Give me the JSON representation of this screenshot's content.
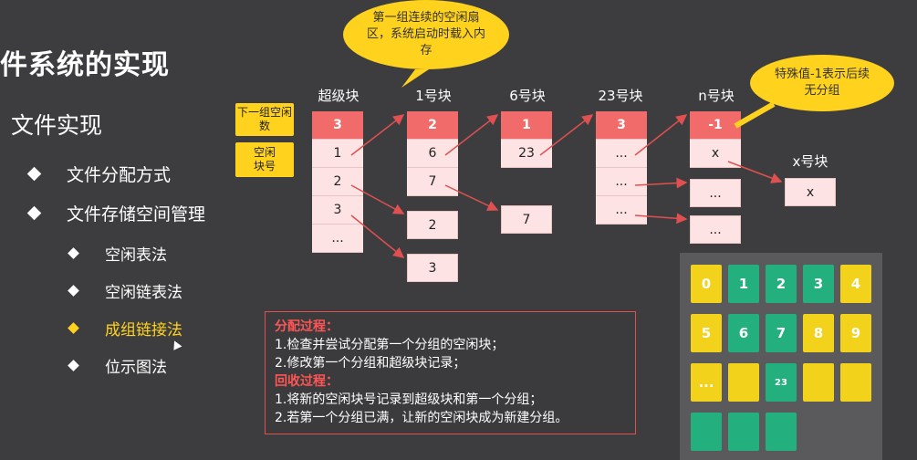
{
  "title": "件系统的实现",
  "subtitle": "文件实现",
  "nav": [
    {
      "label": "文件分配方式",
      "level": 1,
      "active": false
    },
    {
      "label": "文件存储空间管理",
      "level": 1,
      "active": false
    },
    {
      "label": "空闲表法",
      "level": 2,
      "active": false
    },
    {
      "label": "空闲链表法",
      "level": 2,
      "active": false
    },
    {
      "label": "成组链接法",
      "level": 2,
      "active": true
    },
    {
      "label": "位示图法",
      "level": 2,
      "active": false
    }
  ],
  "bubbles": {
    "top": "第一组连续的空闲扇区，系统启动时载入内存",
    "right": "特殊值-1表示后续无分组"
  },
  "tags": {
    "next_group": "下一组空闲数",
    "free_block": "空闲块号"
  },
  "columns": {
    "super": {
      "label": "超级块",
      "cells": [
        "3",
        "1",
        "2",
        "3",
        "..."
      ]
    },
    "b1": {
      "label": "1号块",
      "cells": [
        "2",
        "6",
        "7"
      ],
      "extra": [
        "2",
        "3"
      ]
    },
    "b6": {
      "label": "6号块",
      "cells": [
        "1",
        "23"
      ],
      "extra": [
        "7"
      ]
    },
    "b23": {
      "label": "23号块",
      "cells": [
        "3",
        "...",
        "...",
        "..."
      ]
    },
    "bn": {
      "label": "n号块",
      "cells": [
        "-1",
        "x"
      ],
      "extra": [
        "...",
        "..."
      ]
    },
    "bx": {
      "label": "x号块",
      "cells": [
        "x"
      ]
    }
  },
  "process": {
    "alloc_title": "分配过程：",
    "alloc_steps": [
      "1.检查并尝试分配第一个分组的空闲块；",
      "2.修改第一个分组和超级块记录；"
    ],
    "recycle_title": "回收过程：",
    "recycle_steps": [
      "1.将新的空闲块号记录到超级块和第一个分组；",
      "2.若第一个分组已满，让新的空闲块成为新建分组。"
    ]
  },
  "grid": {
    "rows": [
      [
        {
          "t": "0",
          "c": "y"
        },
        {
          "t": "1",
          "c": "g"
        },
        {
          "t": "2",
          "c": "g"
        },
        {
          "t": "3",
          "c": "g"
        },
        {
          "t": "4",
          "c": "y"
        }
      ],
      [
        {
          "t": "5",
          "c": "y"
        },
        {
          "t": "6",
          "c": "g"
        },
        {
          "t": "7",
          "c": "g"
        },
        {
          "t": "8",
          "c": "y"
        },
        {
          "t": "9",
          "c": "y"
        }
      ],
      [
        {
          "t": "...",
          "c": "y"
        },
        {
          "t": "",
          "c": "y"
        },
        {
          "t": "23",
          "c": "g"
        },
        {
          "t": "",
          "c": "y"
        },
        {
          "t": "",
          "c": "y"
        }
      ],
      [
        {
          "t": "",
          "c": "g"
        },
        {
          "t": "",
          "c": "g"
        },
        {
          "t": "",
          "c": "g"
        }
      ]
    ]
  },
  "colors": {
    "accent": "#ffd21e",
    "head": "#f26b6b",
    "cell": "#fde3e3",
    "free": "#24b07e",
    "used": "#f2d21a"
  }
}
